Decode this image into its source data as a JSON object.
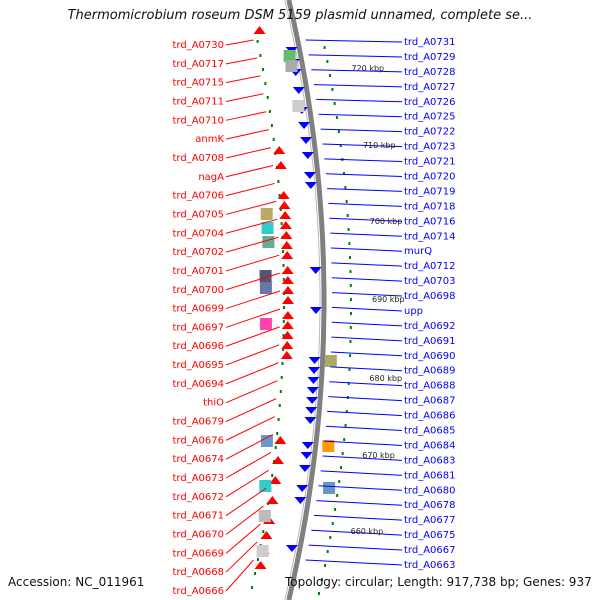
{
  "title": "Thermomicrobium roseum DSM 5159 plasmid unnamed, complete se...",
  "footer": {
    "accession": "Accession: NC_011961",
    "summary": "Topology: circular; Length: 917,738 bp; Genes: 937"
  },
  "colors": {
    "forward_strand": "#ff0000",
    "reverse_strand": "#0000ff",
    "backbone": "#808080",
    "ticks": "#008000"
  },
  "scale_labels": [
    "720 kbp",
    "710 kbp",
    "700 kbp",
    "690 kbp",
    "680 kbp",
    "670 kbp",
    "660 kbp"
  ],
  "left_labels": [
    "trd_A0730",
    "trd_A0717",
    "trd_A0715",
    "trd_A0711",
    "trd_A0710",
    "anmK",
    "trd_A0708",
    "nagA",
    "trd_A0706",
    "trd_A0705",
    "trd_A0704",
    "trd_A0702",
    "trd_A0701",
    "trd_A0700",
    "trd_A0699",
    "trd_A0697",
    "trd_A0696",
    "trd_A0695",
    "trd_A0694",
    "thiO",
    "trd_A0679",
    "trd_A0676",
    "trd_A0674",
    "trd_A0673",
    "trd_A0672",
    "trd_A0671",
    "trd_A0670",
    "trd_A0669",
    "trd_A0668",
    "trd_A0666"
  ],
  "right_labels": [
    "trd_A0731",
    "trd_A0729",
    "trd_A0728",
    "trd_A0727",
    "trd_A0726",
    "trd_A0725",
    "trd_A0722",
    "trd_A0723",
    "trd_A0721",
    "trd_A0720",
    "trd_A0719",
    "trd_A0718",
    "trd_A0716",
    "trd_A0714",
    "murQ",
    "trd_A0712",
    "trd_A0703",
    "trd_A0698",
    "upp",
    "trd_A0692",
    "trd_A0691",
    "trd_A0690",
    "trd_A0689",
    "trd_A0688",
    "trd_A0687",
    "trd_A0686",
    "trd_A0685",
    "trd_A0684",
    "trd_A0683",
    "trd_A0681",
    "trd_A0680",
    "trd_A0678",
    "trd_A0677",
    "trd_A0675",
    "trd_A0667",
    "trd_A0663"
  ]
}
